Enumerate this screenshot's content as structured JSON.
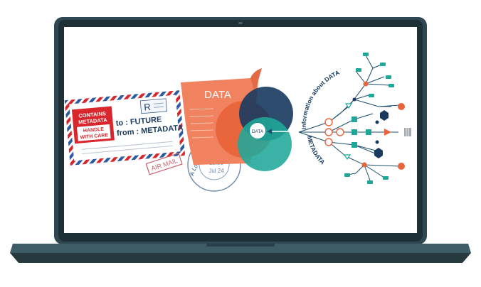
{
  "envelope": {
    "stamp_line1": "CONTAINS",
    "stamp_line2": "METADATA",
    "handle_line1": "HANDLE",
    "handle_line2": "WITH CARE",
    "to_line": "to : FUTURE",
    "from_line": "from : METADATA",
    "registered_mark": "R",
    "airmail": "AIR MAIL"
  },
  "postmark": {
    "arc_text": "A Love Note to the Future",
    "time": "18:50",
    "date": "Jul 24"
  },
  "venn": {
    "page_label": "DATA",
    "center_label": "DATA"
  },
  "tree": {
    "upper_label": "Information about DATA",
    "lower_label": "METADATA"
  },
  "colors": {
    "laptop_body": "#2f4750",
    "laptop_base": "#3d5c66",
    "orange": "#e8643a",
    "salmon": "#f0825f",
    "navy": "#173a5e",
    "teal": "#1fa89a",
    "stamp_red": "#d9262c",
    "airmail_blue": "#2d5aa0"
  }
}
